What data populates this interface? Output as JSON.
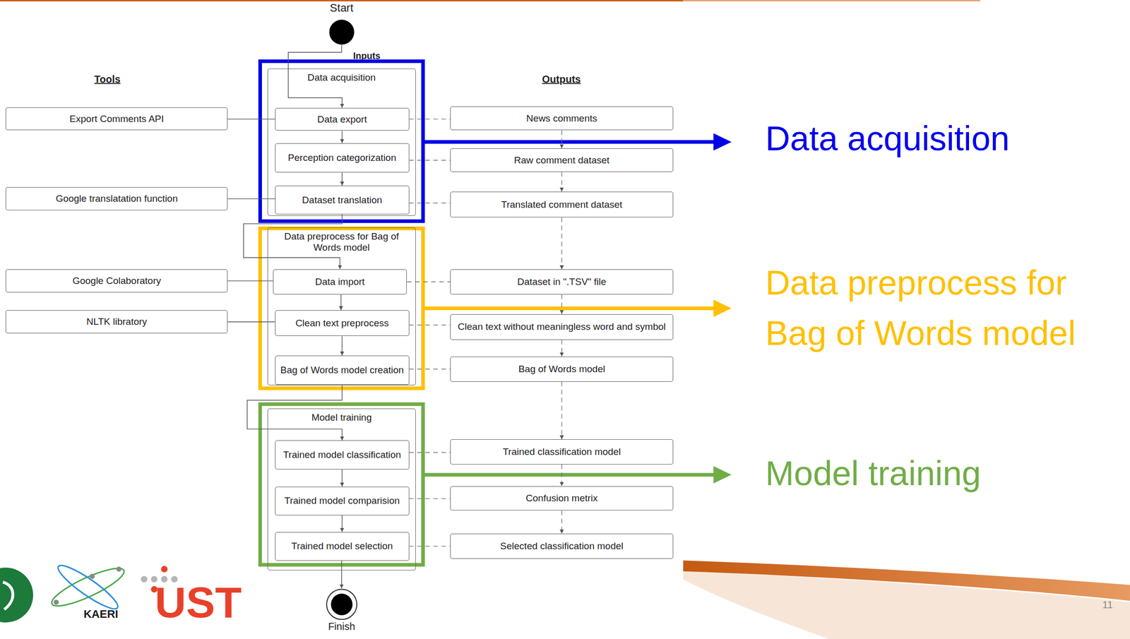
{
  "diagram": {
    "nodes": [
      {
        "text": [
          "Start"
        ]
      },
      {
        "text": [
          "Data acquisition"
        ]
      },
      {
        "text": [
          "Export Comments API"
        ]
      },
      {
        "text": [
          "Data export"
        ],
        "in": 1
      },
      {
        "text": [
          "News comments"
        ]
      },
      {
        "text": [
          "Perception categorization"
        ],
        "in": 1
      },
      {
        "text": [
          "Raw comment dataset"
        ]
      },
      {
        "text": [
          "Google translatation function"
        ]
      },
      {
        "text": [
          "Dataset translation"
        ],
        "in": 1
      },
      {
        "text": [
          "Translated comment dataset"
        ]
      },
      {
        "text": [
          "Data preprocess for Bag of Words model"
        ]
      },
      {
        "text": [
          "Google Colaboratory"
        ]
      },
      {
        "text": [
          "Data import"
        ],
        "in": 10
      },
      {
        "text": [
          "Dataset in \".TSV\" file"
        ]
      },
      {
        "text": [
          "NLTK libratory"
        ]
      },
      {
        "text": [
          "Clean text preprocess"
        ],
        "in": 10
      },
      {
        "text": [
          "Clean text without meaningless word and symbol"
        ]
      },
      {
        "text": [
          "Bag of Words model creation"
        ],
        "in": 10
      },
      {
        "text": [
          "Bag of Words model"
        ]
      },
      {
        "text": [
          "Model training"
        ]
      },
      {
        "text": [
          "Trained model classification"
        ],
        "in": 19
      },
      {
        "text": [
          "Trained classification model"
        ]
      },
      {
        "text": [
          "Trained model comparision"
        ],
        "in": 19
      },
      {
        "text": [
          "Confusion metrix"
        ]
      },
      {
        "text": [
          "Trained model selection"
        ],
        "in": 19
      },
      {
        "text": [
          "Selected classification model"
        ]
      },
      {
        "text": [
          "Finish"
        ]
      }
    ],
    "edges": [
      {
        "from": 0,
        "to": 3,
        "arrow": "to"
      },
      {
        "from": 2,
        "to": 3,
        "arrow": "none"
      },
      {
        "from": 3,
        "to": 4,
        "arrow": "none"
      },
      {
        "from": 3,
        "to": 5,
        "arrow": "to"
      },
      {
        "from": 5,
        "to": 6,
        "arrow": "none"
      },
      {
        "from": 5,
        "to": 8,
        "arrow": "to"
      },
      {
        "from": 7,
        "to": 8,
        "arrow": "none"
      },
      {
        "from": 8,
        "to": 9,
        "arrow": "none"
      },
      {
        "from": 4,
        "to": 6,
        "arrow": "to"
      },
      {
        "from": 6,
        "to": 9,
        "arrow": "to"
      },
      {
        "from": 8,
        "to": 12,
        "arrow": "to"
      },
      {
        "from": 9,
        "to": 13,
        "arrow": "to"
      },
      {
        "from": 11,
        "to": 12,
        "arrow": "none"
      },
      {
        "from": 12,
        "to": 13,
        "arrow": "none"
      },
      {
        "from": 12,
        "to": 15,
        "arrow": "to"
      },
      {
        "from": 14,
        "to": 15,
        "arrow": "none"
      },
      {
        "from": 15,
        "to": 16,
        "arrow": "none"
      },
      {
        "from": 13,
        "to": 16,
        "arrow": "to"
      },
      {
        "from": 15,
        "to": 17,
        "arrow": "to"
      },
      {
        "from": 17,
        "to": 18,
        "arrow": "none"
      },
      {
        "from": 16,
        "to": 18,
        "arrow": "to"
      },
      {
        "from": 17,
        "to": 20,
        "arrow": "to"
      },
      {
        "from": 18,
        "to": 21,
        "arrow": "to"
      },
      {
        "from": 20,
        "to": 21,
        "arrow": "none"
      },
      {
        "from": 20,
        "to": 22,
        "arrow": "to"
      },
      {
        "from": 22,
        "to": 23,
        "arrow": "none"
      },
      {
        "from": 21,
        "to": 23,
        "arrow": "to"
      },
      {
        "from": 22,
        "to": 24,
        "arrow": "to"
      },
      {
        "from": 24,
        "to": 25,
        "arrow": "none"
      },
      {
        "from": 23,
        "to": 25,
        "arrow": "to"
      },
      {
        "from": 24,
        "to": 26,
        "arrow": "to"
      }
    ],
    "labels": [
      "Inputs",
      "Tools",
      "Outputs",
      "Data acquisition",
      "Data preprocess for Bag of Words model",
      "Model training",
      "KAERI",
      "UST",
      "11"
    ]
  }
}
